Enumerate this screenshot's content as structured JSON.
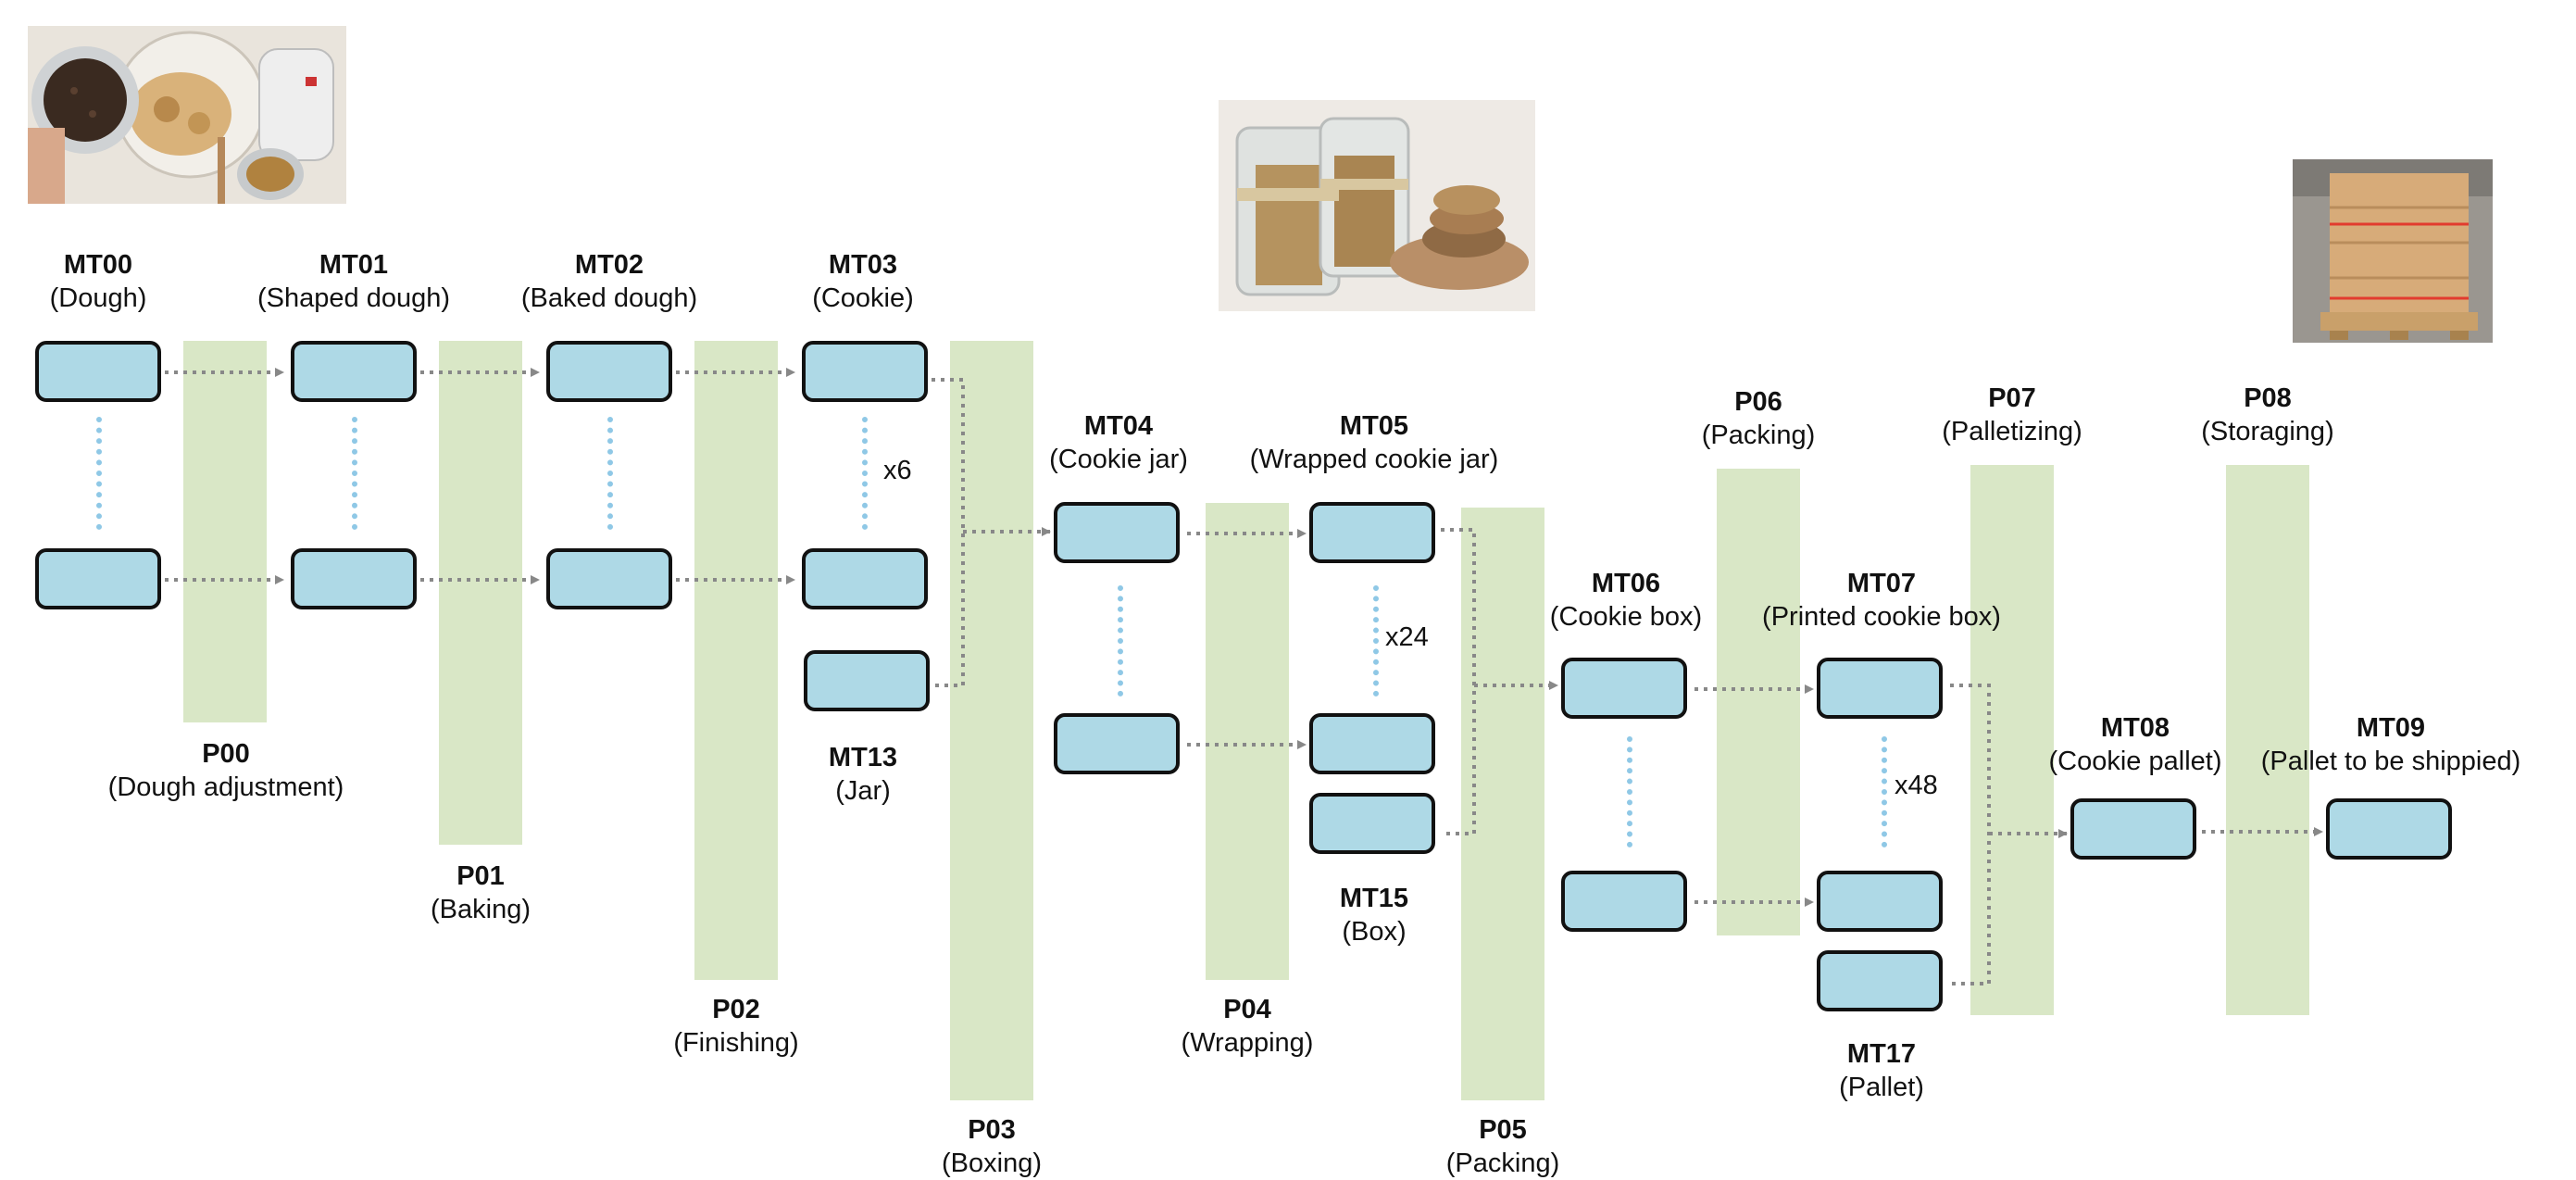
{
  "materials": {
    "MT00": {
      "code": "MT00",
      "desc": "(Dough)"
    },
    "MT01": {
      "code": "MT01",
      "desc": "(Shaped dough)"
    },
    "MT02": {
      "code": "MT02",
      "desc": "(Baked dough)"
    },
    "MT03": {
      "code": "MT03",
      "desc": "(Cookie)"
    },
    "MT04": {
      "code": "MT04",
      "desc": "(Cookie jar)"
    },
    "MT05": {
      "code": "MT05",
      "desc": "(Wrapped cookie jar)"
    },
    "MT06": {
      "code": "MT06",
      "desc": "(Cookie box)"
    },
    "MT07": {
      "code": "MT07",
      "desc": "(Printed cookie box)"
    },
    "MT08": {
      "code": "MT08",
      "desc": "(Cookie pallet)"
    },
    "MT09": {
      "code": "MT09",
      "desc": "(Pallet to be shippied)"
    },
    "MT13": {
      "code": "MT13",
      "desc": "(Jar)"
    },
    "MT15": {
      "code": "MT15",
      "desc": "(Box)"
    },
    "MT17": {
      "code": "MT17",
      "desc": "(Pallet)"
    }
  },
  "processes": {
    "P00": {
      "code": "P00",
      "desc": "(Dough adjustment)"
    },
    "P01": {
      "code": "P01",
      "desc": "(Baking)"
    },
    "P02": {
      "code": "P02",
      "desc": "(Finishing)"
    },
    "P03": {
      "code": "P03",
      "desc": "(Boxing)"
    },
    "P04": {
      "code": "P04",
      "desc": "(Wrapping)"
    },
    "P05": {
      "code": "P05",
      "desc": "(Packing)"
    },
    "P06": {
      "code": "P06",
      "desc": "(Packing)"
    },
    "P07": {
      "code": "P07",
      "desc": "(Palletizing)"
    },
    "P08": {
      "code": "P08",
      "desc": "(Storaging)"
    }
  },
  "multipliers": {
    "cookie": "x6",
    "jar": "x24",
    "box": "x48"
  },
  "images": {
    "top_left": "baking-dough-photo",
    "top_center": "cookie-jars-photo",
    "top_right": "pallet-boxes-photo"
  },
  "colors": {
    "material_box": "#aed9e6",
    "process_bar": "#d9e7c6",
    "dotted_connector": "#8fc8e6",
    "arrow": "#888888"
  }
}
